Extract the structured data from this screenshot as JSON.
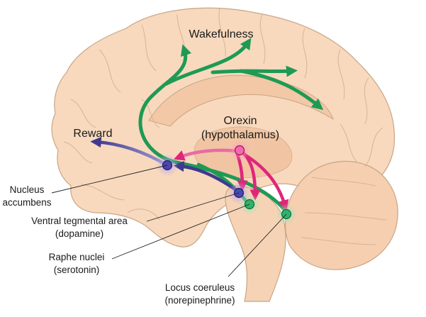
{
  "labels": {
    "wakefulness": "Wakefulness",
    "reward": "Reward",
    "orexin_title": "Orexin",
    "orexin_sub": "(hypothalamus)",
    "nucleus_accumbens_1": "Nucleus",
    "nucleus_accumbens_2": "accumbens",
    "vta_1": "Ventral tegmental area",
    "vta_2": "(dopamine)",
    "raphe_1": "Raphe nuclei",
    "raphe_2": "(serotonin)",
    "locus_1": "Locus coeruleus",
    "locus_2": "(norepinephrine)"
  },
  "colors": {
    "brain_fill": "#f8d9bd",
    "brain_outline": "#c9a586",
    "wakefulness_pathway": "#1e9a55",
    "orexin_pathway": "#e0257a",
    "reward_pathway": "#3f3a8f",
    "orexin_node": "#f36aa8",
    "dopamine_node": "#4a46b0",
    "green_node": "#2fb36a"
  }
}
